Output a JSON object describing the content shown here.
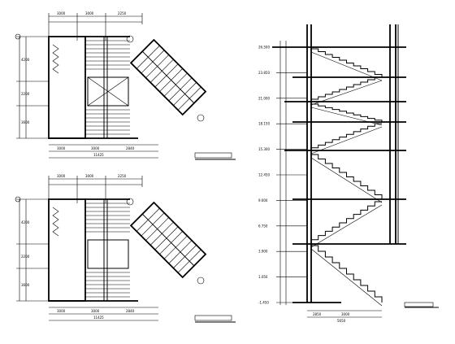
{
  "plan_top": {
    "dims_top": [
      "3000",
      "3000",
      "2250"
    ],
    "dims_bottom": [
      "3000",
      "3000",
      "2840"
    ],
    "dims_left": [
      "4200",
      "2200",
      "3600"
    ],
    "total_bottom": "11425"
  },
  "plan_bottom": {
    "dims_top": [
      "3000",
      "3000",
      "2250"
    ],
    "dims_bottom": [
      "3000",
      "3000",
      "2840"
    ],
    "dims_left": [
      "4200",
      "2200",
      "3600"
    ],
    "total_bottom": "11425"
  },
  "section": {
    "elevations": [
      "26.500",
      "23.850",
      "21.000",
      "18.150",
      "15.300",
      "12.450",
      "9.600",
      "6.750",
      "3.900",
      "1.050",
      "-1.450"
    ],
    "dims_bottom": [
      "2850",
      "3000",
      "5650"
    ]
  }
}
